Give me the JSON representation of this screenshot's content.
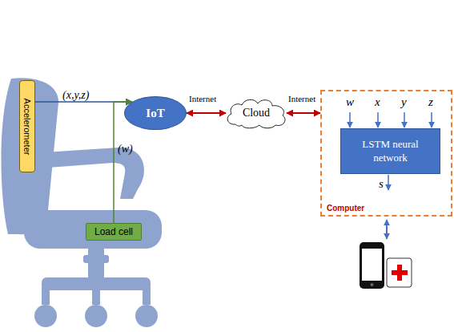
{
  "diagram": {
    "nodes": [
      {
        "text": [
          "Accelerometer"
        ]
      },
      {
        "text": [
          "Load cell"
        ]
      },
      {
        "text": [
          "IoT"
        ]
      },
      {
        "text": [
          "Cloud"
        ]
      },
      {
        "text": [
          "Computer"
        ]
      },
      {
        "text": [
          "LSTM neural network"
        ],
        "in": 4
      }
    ],
    "edges": [
      {
        "from": 0,
        "to": 2,
        "label": "(x,y,z)",
        "arrow": "to"
      },
      {
        "from": 1,
        "to": 2,
        "label": "(w)",
        "arrow": "to"
      },
      {
        "from": 2,
        "to": 3,
        "label": "Internet",
        "arrow": "both"
      },
      {
        "from": 3,
        "to": 4,
        "label": "Internet",
        "arrow": "both"
      }
    ],
    "labels": [
      "w",
      "x",
      "y",
      "z",
      "s"
    ]
  }
}
